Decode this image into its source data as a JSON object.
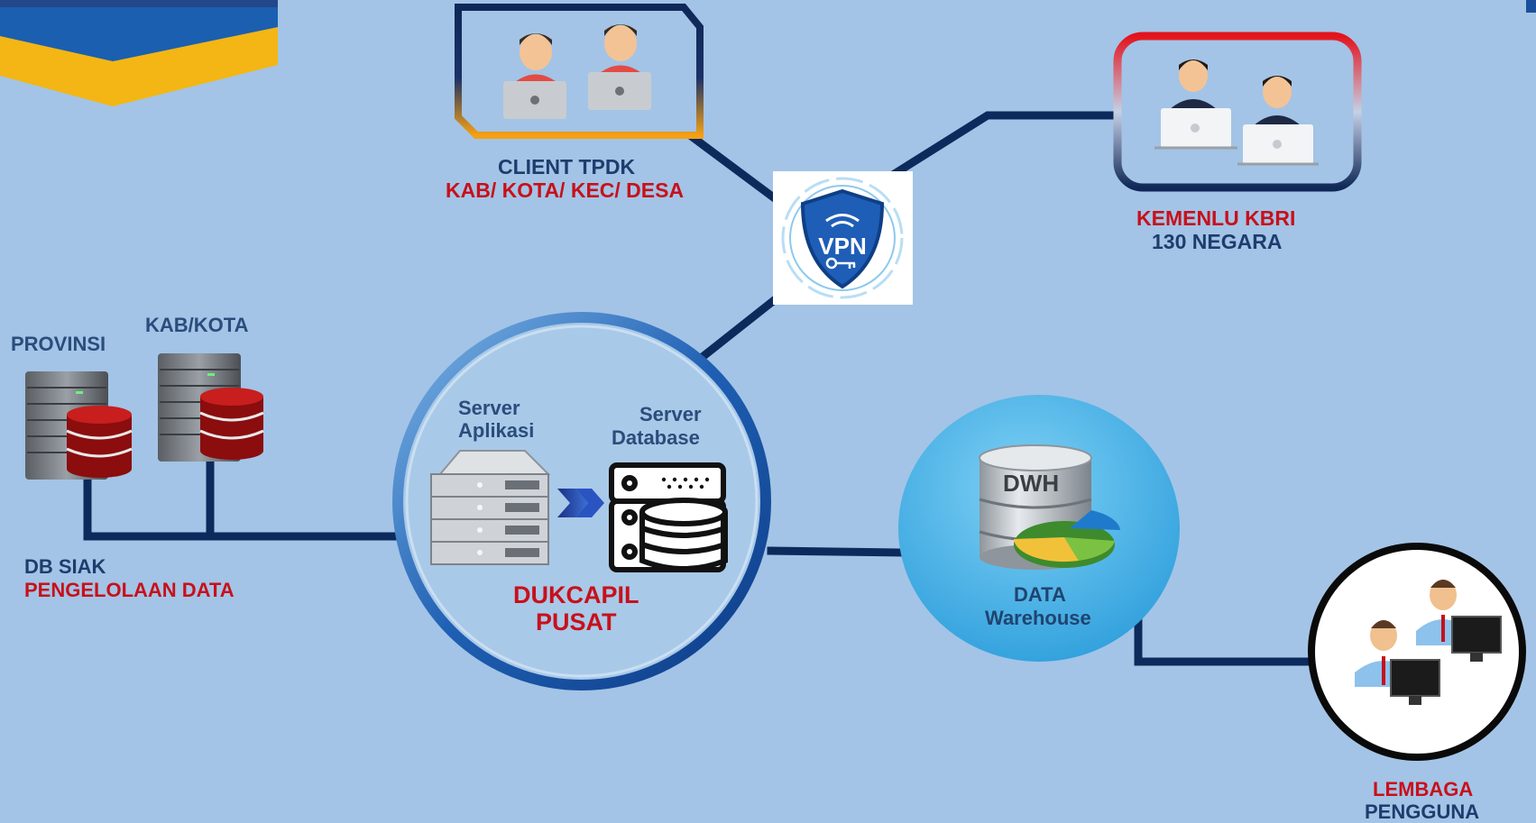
{
  "client": {
    "title": "CLIENT TPDK",
    "subtitle": "KAB/ KOTA/ KEC/ DESA"
  },
  "kemenlu": {
    "title": "KEMENLU KBRI",
    "subtitle": "130 NEGARA"
  },
  "vpn": {
    "label": "VPN"
  },
  "db_siak": {
    "provinsi": "PROVINSI",
    "kabkota": "KAB/KOTA",
    "title": "DB SIAK",
    "subtitle": "PENGELOLAAN DATA"
  },
  "dukcapil": {
    "server_app": [
      "Server",
      "Aplikasi"
    ],
    "server_db": [
      "Server",
      "Database"
    ],
    "title": [
      "DUKCAPIL",
      "PUSAT"
    ]
  },
  "dwh": {
    "badge": "DWH",
    "title": [
      "DATA",
      "Warehouse"
    ]
  },
  "lembaga": {
    "title": [
      "LEMBAGA",
      "PENGGUNA"
    ]
  },
  "colors": {
    "background": "#a3c4e6",
    "line": "#0d2a5c",
    "accent_red": "#c8101b",
    "accent_orange": "#f29b14",
    "accent_navy": "#1d3d6e"
  }
}
